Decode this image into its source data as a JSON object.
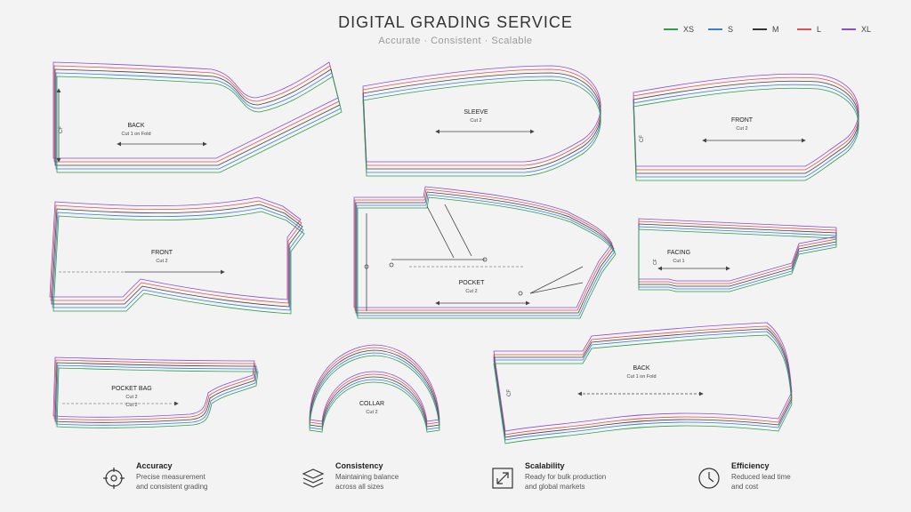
{
  "header": {
    "title": "DIGITAL GRADING SERVICE",
    "subtitle": "Accurate · Consistent · Scalable"
  },
  "legend": [
    {
      "label": "XS",
      "color": "#2e9e4a"
    },
    {
      "label": "S",
      "color": "#3b7dd8"
    },
    {
      "label": "M",
      "color": "#333333"
    },
    {
      "label": "L",
      "color": "#e0534f"
    },
    {
      "label": "XL",
      "color": "#8a4fcf"
    }
  ],
  "pieces": {
    "back_top": {
      "name": "BACK",
      "cut": "Cut 1 on Fold",
      "fold": "CF"
    },
    "sleeve": {
      "name": "SLEEVE",
      "cut": "Cut 2"
    },
    "front_top": {
      "name": "FRONT",
      "cut": "Cut 2",
      "fold": "CF"
    },
    "front_mid": {
      "name": "FRONT",
      "cut": "Cut 2"
    },
    "pocket": {
      "name": "POCKET",
      "cut": "Cut 2"
    },
    "facing": {
      "name": "FACING",
      "cut": "Cut 1",
      "fold": "CF"
    },
    "pocket_bag": {
      "name": "POCKET BAG",
      "cut_a": "Cut 2",
      "cut_b": "Cut 2"
    },
    "collar": {
      "name": "COLLAR",
      "cut": "Cut 2"
    },
    "back_bottom": {
      "name": "BACK",
      "cut": "Cut 1 on Fold",
      "fold": "CF"
    }
  },
  "features": [
    {
      "title": "Accuracy",
      "line1": "Precise measurement",
      "line2": "and consistent grading",
      "icon": "target-icon"
    },
    {
      "title": "Consistency",
      "line1": "Maintaining balance",
      "line2": "across all sizes",
      "icon": "layers-icon"
    },
    {
      "title": "Scalability",
      "line1": "Ready for bulk production",
      "line2": "and global markets",
      "icon": "expand-icon"
    },
    {
      "title": "Efficiency",
      "line1": "Reduced lead time",
      "line2": "and cost",
      "icon": "clock-icon"
    }
  ]
}
